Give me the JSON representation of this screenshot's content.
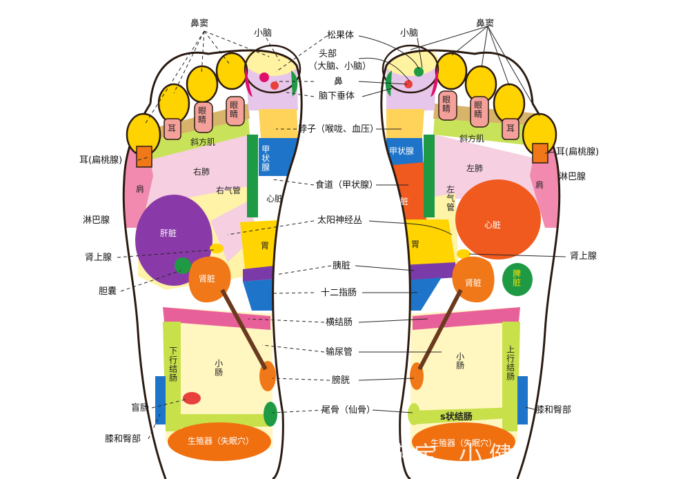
{
  "labels": {
    "bidou_left": "鼻窦",
    "bidou_right": "鼻窦",
    "xiaonao_left": "小脑",
    "xiaonao_right": "小脑",
    "songguoti": "松果体",
    "toubu": "头部",
    "danao_xiaonao": "（大脑、小脑）",
    "bi": "鼻",
    "naoxiachuiti": "脑下垂体",
    "bozi": "脖子（喉咙、血压）",
    "shidao": "食道（甲状腺）",
    "taiyang": "太阳神经丛",
    "yizang": "胰脏",
    "shierzhichang": "十二指肠",
    "hengjiechang": "横结肠",
    "shuniaoguan": "输尿管",
    "pangguang": "膀胱",
    "weigu": "尾骨（仙骨）",
    "er_left": "耳(扁桃腺)",
    "er_right": "耳(扁桃腺)",
    "linba_left": "淋巴腺",
    "linba_right": "淋巴腺",
    "shenshangxian_left": "肾上腺",
    "shenshangxian_right": "肾上腺",
    "dannang": "胆囊",
    "mangchang": "盲肠",
    "xigubu_left": "膝和臀部",
    "xigubu_right": "膝和臀部"
  },
  "zones": {
    "eye": "眼睛",
    "ear": "耳",
    "xiefangji": "斜方肌",
    "youfei": "右肺",
    "zuofei": "左肺",
    "youqiguan": "右气管",
    "zuoqiguan": "左气管",
    "jiazhuangxian": "甲状腺",
    "xinzang": "心脏",
    "ganzang": "肝脏",
    "jian": "肩",
    "wei": "胃",
    "shenzang": "肾脏",
    "pizang": "脾脏",
    "xiaochang": "小肠",
    "xiaxing": "下行结肠",
    "shangxing": "上行结肠",
    "szhuang": "s状结肠",
    "shengzhiqi": "生殖器（失眠穴）"
  },
  "colors": {
    "outline": "#2a1a10",
    "toe_yellow": "#ffd300",
    "toe_magenta": "#e0106a",
    "brain_top": "#fff2a0",
    "brain_lilac": "#e6c6ea",
    "eye_pink": "#f3a19a",
    "tan": "#d8b46a",
    "neck_yellow": "#ffd25a",
    "trapezius": "#c8e25a",
    "lung_pink": "#f6cfe0",
    "bronchus": "#fff3a8",
    "thyroid_blue": "#1e74c8",
    "green": "#1e9a44",
    "liver_purple": "#8a3aa8",
    "heart_red": "#f05a1e",
    "kidney_orange": "#f07818",
    "stomach_yellow": "#ffd400",
    "pancreas_purple": "#7a3aa8",
    "intestine_bg": "#fff6c0",
    "colon_pink": "#e8609a",
    "colon_green": "#c8e04a",
    "shoulder_pink": "#f28ab0",
    "genital_orange": "#f07010",
    "knee_blue": "#1e74c8",
    "brown_duct": "#6b3a1e"
  },
  "watermark": "苏宝 小健"
}
